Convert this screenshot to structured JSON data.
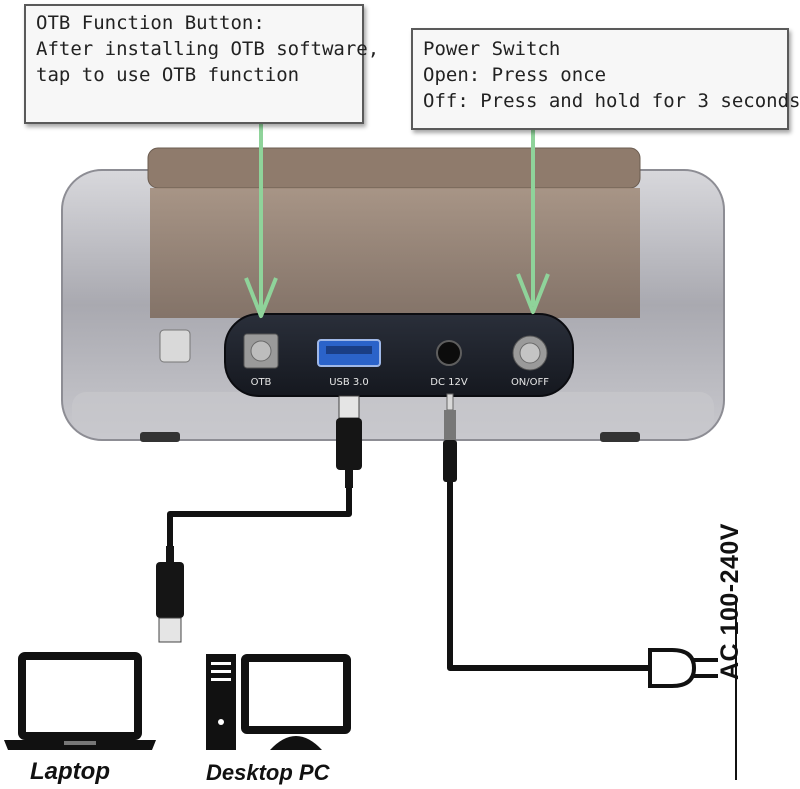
{
  "callouts": {
    "otb": {
      "lines": [
        "OTB Function Button:",
        "After installing OTB software,",
        "tap to use OTB function"
      ]
    },
    "power": {
      "lines": [
        "Power Switch",
        "Open: Press once",
        "Off: Press and hold for 3 seconds"
      ]
    }
  },
  "ports": {
    "otb": "OTB",
    "usb": "USB 3.0",
    "dc": "DC 12V",
    "onoff": "ON/OFF"
  },
  "devices": {
    "laptop": "Laptop",
    "desktop": "Desktop PC"
  },
  "power_label": "AC 100-240V",
  "colors": {
    "arrow": "#8fd39a",
    "cable": "#111111",
    "dock_body": "#b9b9bd",
    "panel": "#1e222b"
  }
}
